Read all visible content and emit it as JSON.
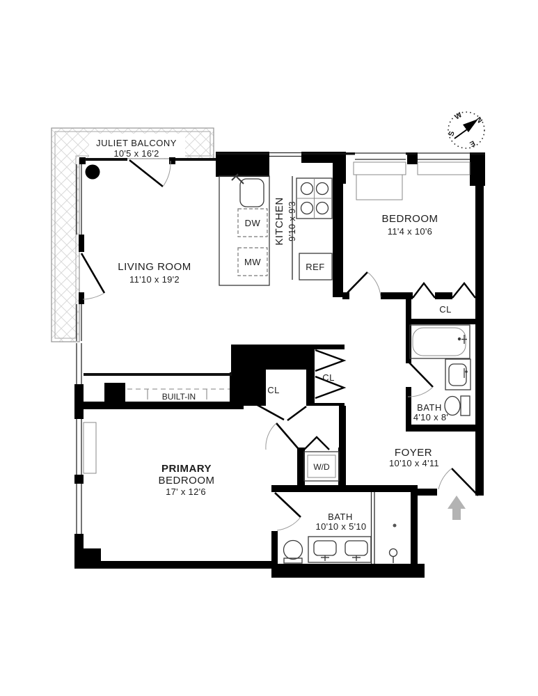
{
  "plan": {
    "rooms": {
      "juliet_balcony": {
        "name": "JULIET BALCONY",
        "dims": "10'5 x 16'2"
      },
      "living_room": {
        "name": "LIVING ROOM",
        "dims": "11'10 x 19'2"
      },
      "kitchen": {
        "name": "KITCHEN",
        "dims": "9'10 x 9'3"
      },
      "bedroom": {
        "name": "BEDROOM",
        "dims": "11'4 x 10'6"
      },
      "primary_bedroom": {
        "name_line1": "PRIMARY",
        "name_line2": "BEDROOM",
        "dims": "17' x 12'6"
      },
      "bath_en_suite": {
        "name": "BATH",
        "dims": "4'10 x 8'"
      },
      "bath_primary": {
        "name": "BATH",
        "dims": "10'10 x 5'10"
      },
      "foyer": {
        "name": "FOYER",
        "dims": "10'10 x 4'11"
      }
    },
    "features": {
      "closet_abbr": "CL",
      "built_in": "BUILT-IN",
      "washer_dryer": "W/D",
      "dishwasher": "DW",
      "microwave": "MW",
      "refrigerator": "REF"
    },
    "compass": {
      "n": "N",
      "s": "S",
      "e": "E",
      "w": "W"
    },
    "colors": {
      "wall": "#000000",
      "entry_arrow": "#b3b3b3",
      "built_in_text": "#9a9a9a",
      "balcony_hatch": "#d9d9d9",
      "door_arc": "#999999",
      "background": "#ffffff"
    }
  }
}
